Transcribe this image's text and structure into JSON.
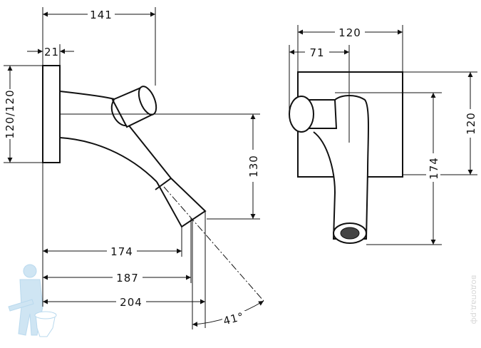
{
  "side_view": {
    "dims": {
      "overall_reach_top": "141",
      "plate_depth": "21",
      "plate_height": "120/120",
      "spout_drop": "130",
      "reach_174": "174",
      "reach_187": "187",
      "reach_204": "204",
      "angle": "41°"
    }
  },
  "front_view": {
    "dims": {
      "plate_width": "120",
      "offset": "71",
      "plate_height": "120",
      "total_height": "174"
    }
  },
  "watermark": {
    "text": "водопад.рф"
  },
  "colors": {
    "line": "#111111",
    "mascot": "#b9d9ee"
  }
}
